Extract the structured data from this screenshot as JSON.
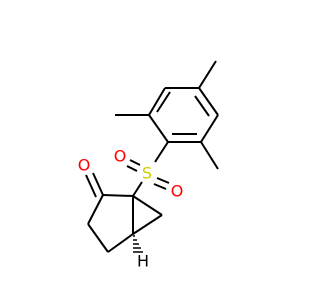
{
  "molecule": {
    "atoms": {
      "oxygen_ketone": {
        "symbol": "O",
        "color": "#ff0000"
      },
      "sulfur": {
        "symbol": "S",
        "color": "#cccc00"
      },
      "oxygen_sulfonyl_1": {
        "symbol": "O",
        "color": "#ff0000"
      },
      "oxygen_sulfonyl_2": {
        "symbol": "O",
        "color": "#ff0000"
      },
      "hydrogen": {
        "symbol": "H",
        "color": "#000000"
      }
    },
    "bond_color": "#000000"
  }
}
